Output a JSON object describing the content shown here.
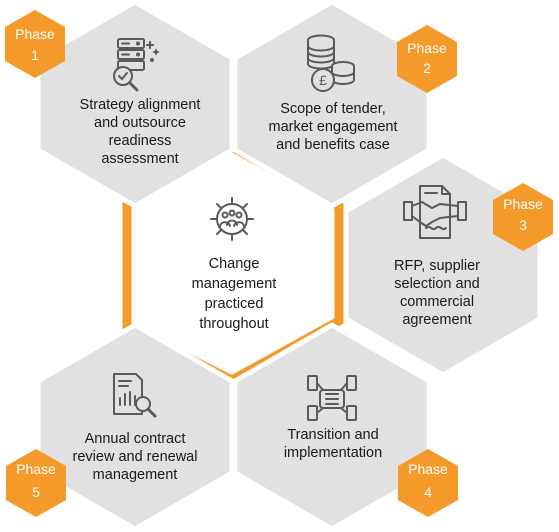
{
  "center": {
    "lines": [
      "Change",
      "management",
      "practiced",
      "throughout"
    ],
    "icon": "people-gear-icon"
  },
  "phases": [
    {
      "badge": [
        "Phase",
        "1"
      ],
      "lines": [
        "Strategy alignment",
        "and outsource",
        "readiness",
        "assessment"
      ],
      "icon": "server-magnifier-icon"
    },
    {
      "badge": [
        "Phase",
        "2"
      ],
      "lines": [
        "Scope of tender,",
        "market engagement",
        "and benefits case"
      ],
      "icon": "pound-coins-icon"
    },
    {
      "badge": [
        "Phase",
        "3"
      ],
      "lines": [
        "RFP, supplier",
        "selection and",
        "commercial",
        "agreement"
      ],
      "icon": "handshake-contract-icon"
    },
    {
      "badge": [
        "Phase",
        "4"
      ],
      "lines": [
        "Transition and",
        "implementation"
      ],
      "icon": "joined-hands-icon"
    },
    {
      "badge": [
        "Phase",
        "5"
      ],
      "lines": [
        "Annual contract",
        "review and renewal",
        "management"
      ],
      "icon": "report-magnifier-icon"
    }
  ],
  "colors": {
    "hex_fill": "#e1e1e1",
    "orange": "#f39a2b",
    "text": "#1a1a1a",
    "icon": "#5a5a5a"
  }
}
